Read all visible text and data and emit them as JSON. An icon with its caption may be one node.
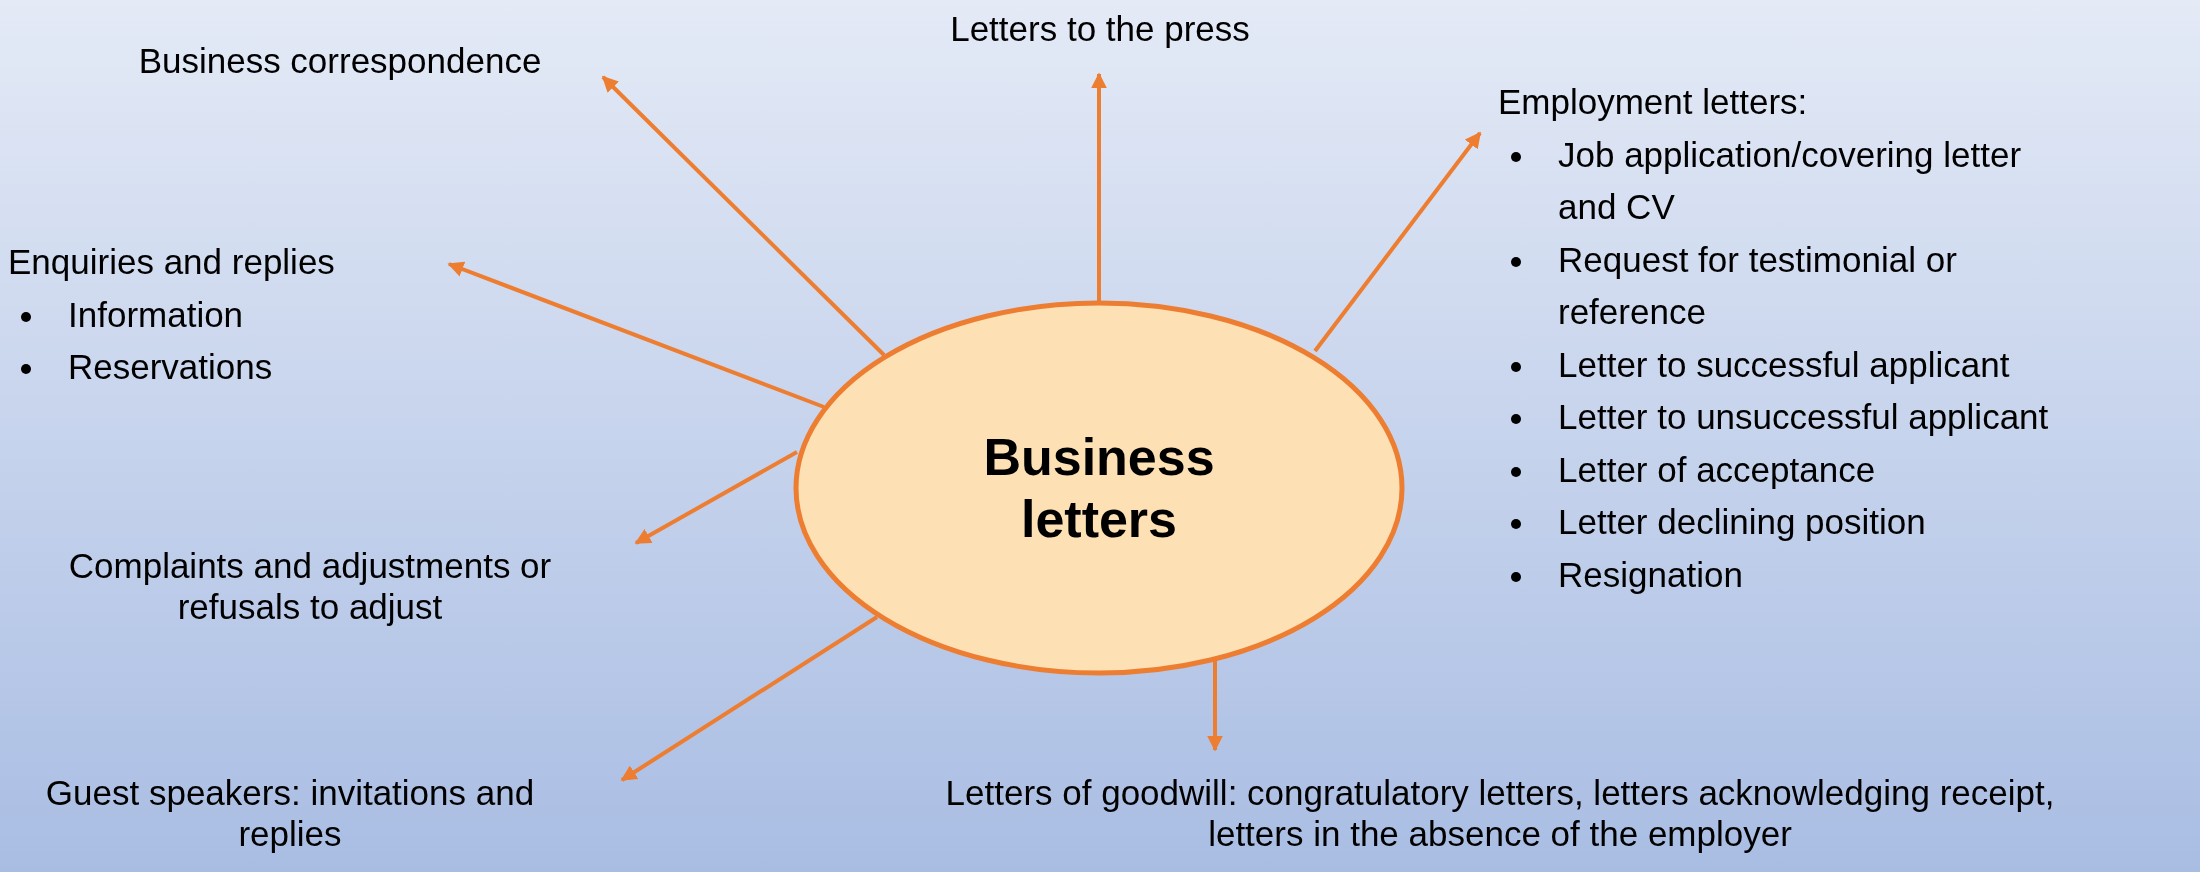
{
  "diagram": {
    "nodes": [
      {
        "text": [
          "Business letters"
        ]
      },
      {
        "text": [
          "Business correspondence"
        ]
      },
      {
        "text": [
          "Letters to the press"
        ]
      },
      {
        "text": [
          "Employment letters:",
          "Job application/covering letter and CV",
          "Request for testimonial or reference",
          "Letter to successful applicant",
          "Letter to unsuccessful applicant",
          "Letter of acceptance",
          "Letter declining position",
          "Resignation"
        ]
      },
      {
        "text": [
          "Enquiries and replies",
          "Information",
          "Reservations"
        ]
      },
      {
        "text": [
          "Complaints and adjustments or refusals to adjust"
        ]
      },
      {
        "text": [
          "Guest speakers: invitations and replies"
        ]
      },
      {
        "text": [
          "Letters of goodwill: congratulatory letters, letters acknowledging receipt, letters in the absence of the employer"
        ]
      }
    ],
    "edges": [
      {
        "from": 0,
        "to": 1,
        "arrow": "to"
      },
      {
        "from": 0,
        "to": 2,
        "arrow": "to"
      },
      {
        "from": 0,
        "to": 3,
        "arrow": "to"
      },
      {
        "from": 0,
        "to": 4,
        "arrow": "to"
      },
      {
        "from": 0,
        "to": 5,
        "arrow": "to"
      },
      {
        "from": 0,
        "to": 6,
        "arrow": "to"
      },
      {
        "from": 0,
        "to": 7,
        "arrow": "to"
      }
    ]
  }
}
